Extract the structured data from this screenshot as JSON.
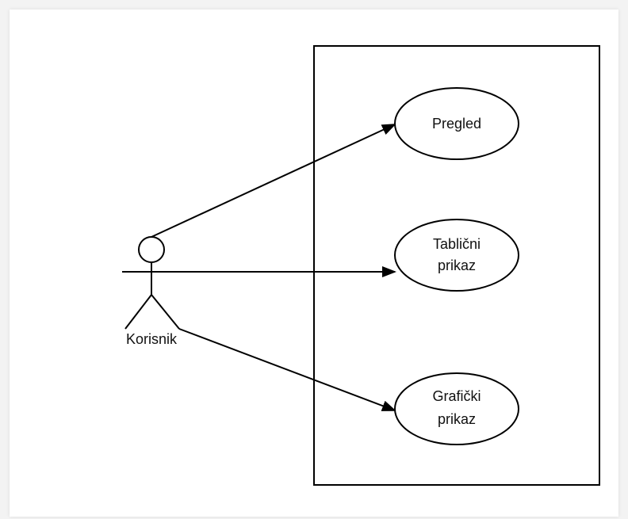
{
  "diagram": {
    "actor": {
      "name": "Korisnik"
    },
    "use_cases": [
      {
        "id": "pregled",
        "lines": [
          "Pregled"
        ]
      },
      {
        "id": "tablicni-prikaz",
        "lines": [
          "Tablični",
          "prikaz"
        ]
      },
      {
        "id": "graficki-prikaz",
        "lines": [
          "Grafički",
          "prikaz"
        ]
      }
    ]
  }
}
